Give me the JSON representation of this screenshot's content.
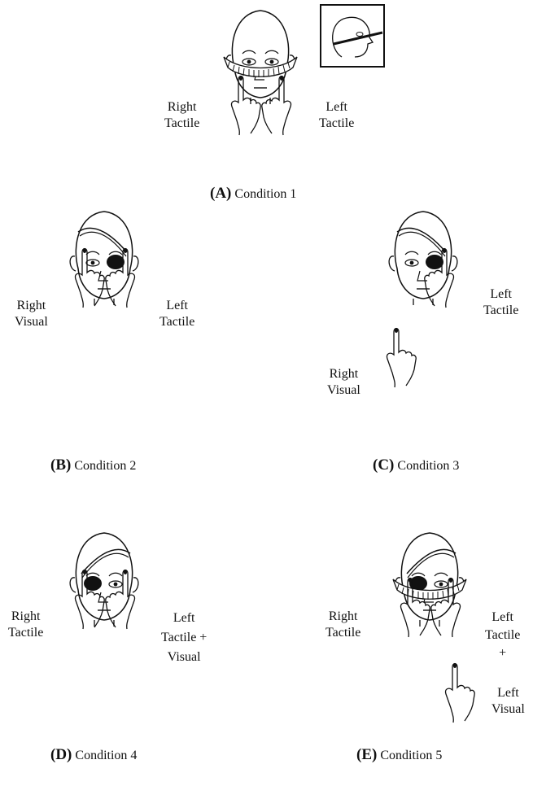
{
  "panels": {
    "A": {
      "letter": "(A)",
      "condition": "Condition 1",
      "label_right": [
        "Right",
        "Tactile"
      ],
      "label_left": [
        "Left",
        "Tactile"
      ]
    },
    "B": {
      "letter": "(B)",
      "condition": "Condition 2",
      "label_right": [
        "Right",
        "Visual"
      ],
      "label_left": [
        "Left",
        "Tactile"
      ]
    },
    "C": {
      "letter": "(C)",
      "condition": "Condition 3",
      "label_left": [
        "Left",
        "Tactile"
      ],
      "label_right": [
        "Right",
        "Visual"
      ]
    },
    "D": {
      "letter": "(D)",
      "condition": "Condition 4",
      "label_right": [
        "Right",
        "Tactile"
      ],
      "label_left": [
        "Left",
        "Tactile +",
        "Visual"
      ]
    },
    "E": {
      "letter": "(E)",
      "condition": "Condition 5",
      "label_right": [
        "Right",
        "Tactile"
      ],
      "label_left": [
        "Left",
        "Tactile",
        "+"
      ],
      "label_left_visual": [
        "Left",
        "Visual"
      ]
    }
  },
  "colors": {
    "ink": "#111111",
    "background": "#ffffff"
  }
}
